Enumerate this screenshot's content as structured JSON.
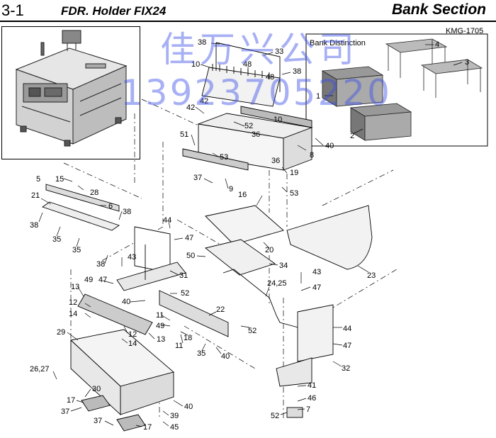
{
  "header": {
    "section_number": "3-1",
    "title": "FDR. Holder FIX24",
    "section_name": "Bank Section"
  },
  "drawing_code": "KMG-1705",
  "bank_box": {
    "title": "Bank Distinction",
    "items": [
      "1",
      "2",
      "3",
      "4"
    ]
  },
  "watermark": {
    "line1": "佳万兴公司",
    "line2": "13923705220"
  },
  "part_labels": [
    {
      "id": "p38a",
      "text": "38"
    },
    {
      "id": "p33",
      "text": "33"
    },
    {
      "id": "p10a",
      "text": "10"
    },
    {
      "id": "p48a",
      "text": "48"
    },
    {
      "id": "p38b",
      "text": "38"
    },
    {
      "id": "p48b",
      "text": "48"
    },
    {
      "id": "p42a",
      "text": "42"
    },
    {
      "id": "p42b",
      "text": "42"
    },
    {
      "id": "p10b",
      "text": "10"
    },
    {
      "id": "p52a",
      "text": "52"
    },
    {
      "id": "p36a",
      "text": "36"
    },
    {
      "id": "p51",
      "text": "51"
    },
    {
      "id": "p53a",
      "text": "53"
    },
    {
      "id": "p36b",
      "text": "36"
    },
    {
      "id": "p8",
      "text": "8"
    },
    {
      "id": "p40a",
      "text": "40"
    },
    {
      "id": "p19",
      "text": "19"
    },
    {
      "id": "p37a",
      "text": "37"
    },
    {
      "id": "p9",
      "text": "9"
    },
    {
      "id": "p53b",
      "text": "53"
    },
    {
      "id": "p5",
      "text": "5"
    },
    {
      "id": "p15",
      "text": "15"
    },
    {
      "id": "p28",
      "text": "28"
    },
    {
      "id": "p21",
      "text": "21"
    },
    {
      "id": "p6",
      "text": "6"
    },
    {
      "id": "p38c",
      "text": "38"
    },
    {
      "id": "p16",
      "text": "16"
    },
    {
      "id": "p38d",
      "text": "38"
    },
    {
      "id": "p35a",
      "text": "35"
    },
    {
      "id": "p35b",
      "text": "35"
    },
    {
      "id": "p44a",
      "text": "44"
    },
    {
      "id": "p47a",
      "text": "47"
    },
    {
      "id": "p20",
      "text": "20"
    },
    {
      "id": "p50",
      "text": "50"
    },
    {
      "id": "p43a",
      "text": "43"
    },
    {
      "id": "p38e",
      "text": "38"
    },
    {
      "id": "p34",
      "text": "34"
    },
    {
      "id": "p23",
      "text": "23"
    },
    {
      "id": "p31",
      "text": "31"
    },
    {
      "id": "p47b",
      "text": "47"
    },
    {
      "id": "p49a",
      "text": "49"
    },
    {
      "id": "p13a",
      "text": "13"
    },
    {
      "id": "p52b",
      "text": "52"
    },
    {
      "id": "p43b",
      "text": "43"
    },
    {
      "id": "p47c",
      "text": "47"
    },
    {
      "id": "p24_25",
      "text": "24,25"
    },
    {
      "id": "p40b",
      "text": "40"
    },
    {
      "id": "p22",
      "text": "22"
    },
    {
      "id": "p12a",
      "text": "12"
    },
    {
      "id": "p14a",
      "text": "14"
    },
    {
      "id": "p11a",
      "text": "11"
    },
    {
      "id": "p49b",
      "text": "49"
    },
    {
      "id": "p12b",
      "text": "12"
    },
    {
      "id": "p13b",
      "text": "13"
    },
    {
      "id": "p52c",
      "text": "52"
    },
    {
      "id": "p14b",
      "text": "14"
    },
    {
      "id": "p11b",
      "text": "11"
    },
    {
      "id": "p18",
      "text": "18"
    },
    {
      "id": "p44b",
      "text": "44"
    },
    {
      "id": "p29",
      "text": "29"
    },
    {
      "id": "p47d",
      "text": "47"
    },
    {
      "id": "p35c",
      "text": "35"
    },
    {
      "id": "p40c",
      "text": "40"
    },
    {
      "id": "p32",
      "text": "32"
    },
    {
      "id": "p26_27",
      "text": "26,27"
    },
    {
      "id": "p30",
      "text": "30"
    },
    {
      "id": "p41",
      "text": "41"
    },
    {
      "id": "p17a",
      "text": "17"
    },
    {
      "id": "p46",
      "text": "46"
    },
    {
      "id": "p37b",
      "text": "37"
    },
    {
      "id": "p40d",
      "text": "40"
    },
    {
      "id": "p7",
      "text": "7"
    },
    {
      "id": "p52d",
      "text": "52"
    },
    {
      "id": "p39",
      "text": "39"
    },
    {
      "id": "p37c",
      "text": "37"
    },
    {
      "id": "p17b",
      "text": "17"
    },
    {
      "id": "p45",
      "text": "45"
    }
  ]
}
